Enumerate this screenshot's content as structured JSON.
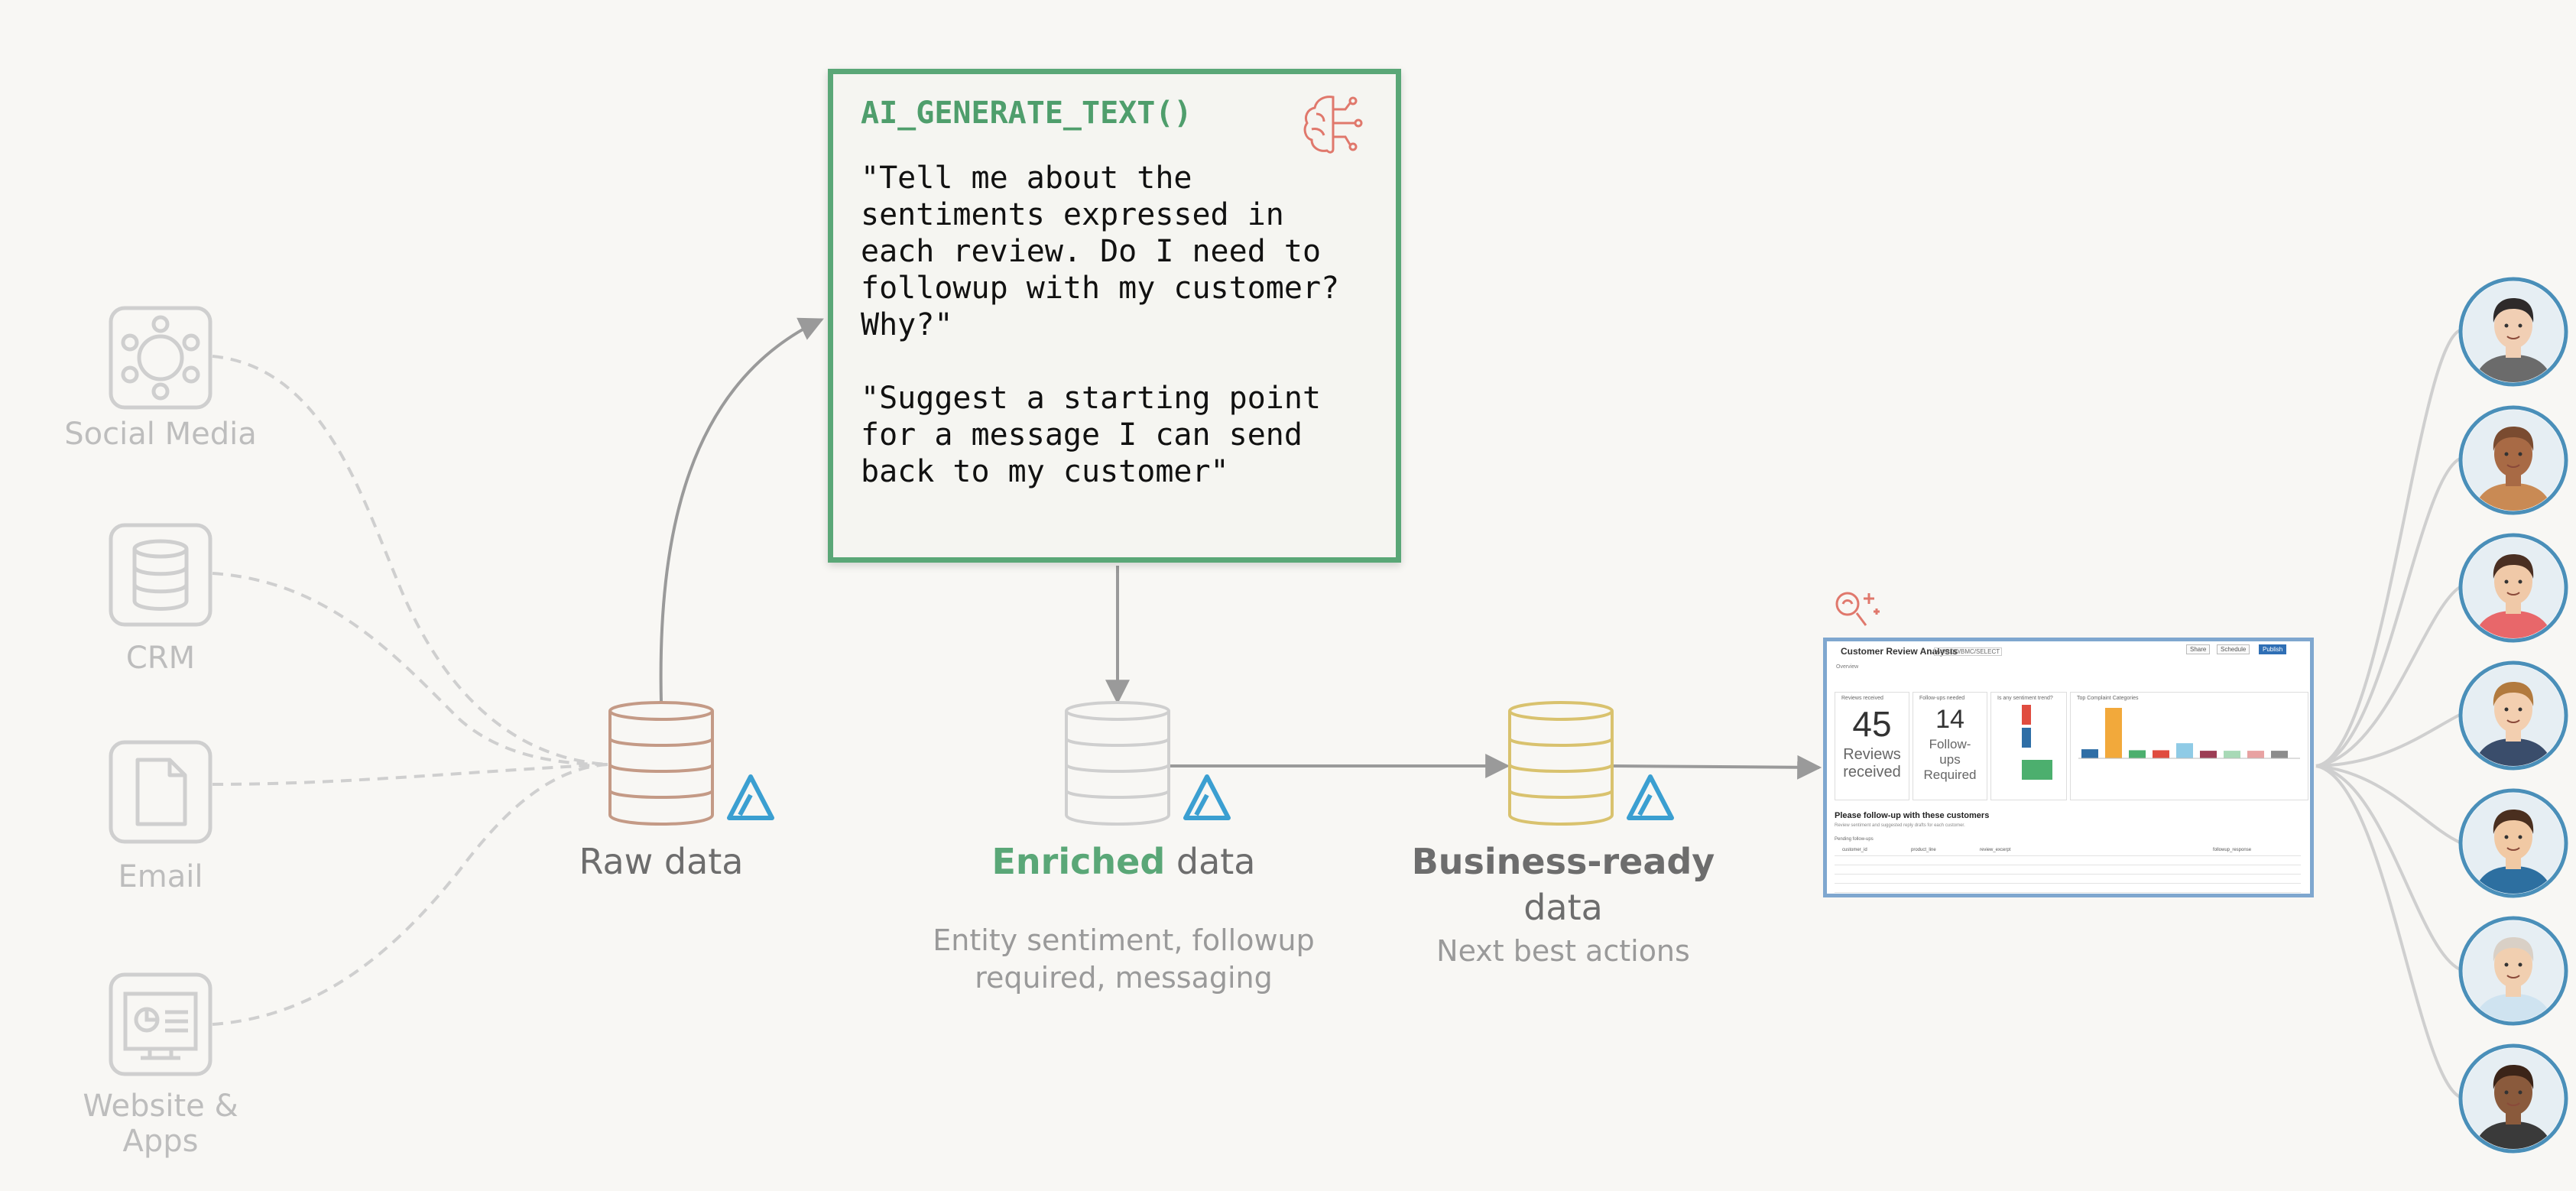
{
  "sources": [
    {
      "label": "Social Media",
      "icon": "social-media-icon"
    },
    {
      "label": "CRM",
      "icon": "database-icon"
    },
    {
      "label": "Email",
      "icon": "document-icon"
    },
    {
      "label": "Website & Apps",
      "icon": "website-icon"
    }
  ],
  "prompt": {
    "title": "AI_GENERATE_TEXT()",
    "text1": "\"Tell me about the sentiments expressed in each review. Do I need to followup with my customer? Why?\"",
    "text2": "\"Suggest a starting point for a message I can send back to my customer\"",
    "icon": "brain-circuit-icon"
  },
  "stages": {
    "raw": {
      "label": "Raw data",
      "color": "#c49a86"
    },
    "enriched": {
      "label_highlight": "Enriched",
      "label_rest": " data",
      "sub_line1": "Entity sentiment, followup",
      "sub_line2": "required, messaging",
      "highlight_color": "#5aa777"
    },
    "business": {
      "label_bold": "Business-ready",
      "label_rest": "data",
      "sub": "Next best actions",
      "color": "#d9c26e"
    }
  },
  "colors": {
    "prompt_border": "#5aa777",
    "lakehouse_icon": "#3b9fd1",
    "arrow": "#9a9a9a",
    "dash_border": "#7fa7cf"
  },
  "dashboard": {
    "title": "Customer Review Analysis",
    "badge": "Ad/RDO/BMC/SELECT",
    "sub": "Overview",
    "buttons": [
      "Share",
      "Schedule",
      "Publish"
    ],
    "card1": {
      "caption": "Reviews received",
      "value": "45",
      "label": "Reviews received"
    },
    "card2": {
      "caption": "Follow-ups needed",
      "value": "14",
      "label": "Follow-ups Required"
    },
    "card3": {
      "caption": "Is any sentiment trend?"
    },
    "card4": {
      "caption": "Top Complaint Categories"
    },
    "section": "Please follow-up with these customers",
    "note": "Review sentiment and suggested reply drafts for each customer.",
    "table_caption": "Pending follow-ups",
    "columns": [
      "customer_id",
      "product_line",
      "review_excerpt",
      "followup_response"
    ],
    "chart_bars": [
      0.18,
      1.0,
      0.16,
      0.16,
      0.3,
      0.15,
      0.15,
      0.15,
      0.15
    ],
    "chart_colors": [
      "#2e6ea6",
      "#f2a93b",
      "#4caf6e",
      "#e04c3f",
      "#8fcbe6",
      "#9c3d55",
      "#a8d9b6",
      "#e8a2a2",
      "#8c8c8c"
    ]
  },
  "users": [
    {
      "icon": "person-woman-glasses-icon",
      "skin": "#f1cfb4",
      "hair": "#2e2a2a",
      "shirt": "#6b6b6b"
    },
    {
      "icon": "person-man-bald-icon",
      "skin": "#a86a45",
      "hair": "#7a4b30",
      "shirt": "#c98a54"
    },
    {
      "icon": "person-woman-curly-icon",
      "skin": "#f0c9a8",
      "hair": "#4a2f22",
      "shirt": "#e8676a"
    },
    {
      "icon": "person-woman-blonde-icon",
      "skin": "#f3cfb0",
      "hair": "#b27a3e",
      "shirt": "#3a4d6b"
    },
    {
      "icon": "person-man-blue-icon",
      "skin": "#f1c9a4",
      "hair": "#4a2f1f",
      "shirt": "#2d6fa0"
    },
    {
      "icon": "person-man-glasses-tie-icon",
      "skin": "#f1cfb0",
      "hair": "#d9d0c6",
      "shirt": "#cfe3f0"
    },
    {
      "icon": "person-woman-dark-icon",
      "skin": "#8a5a3c",
      "hair": "#3b2418",
      "shirt": "#3a3a3a"
    }
  ]
}
